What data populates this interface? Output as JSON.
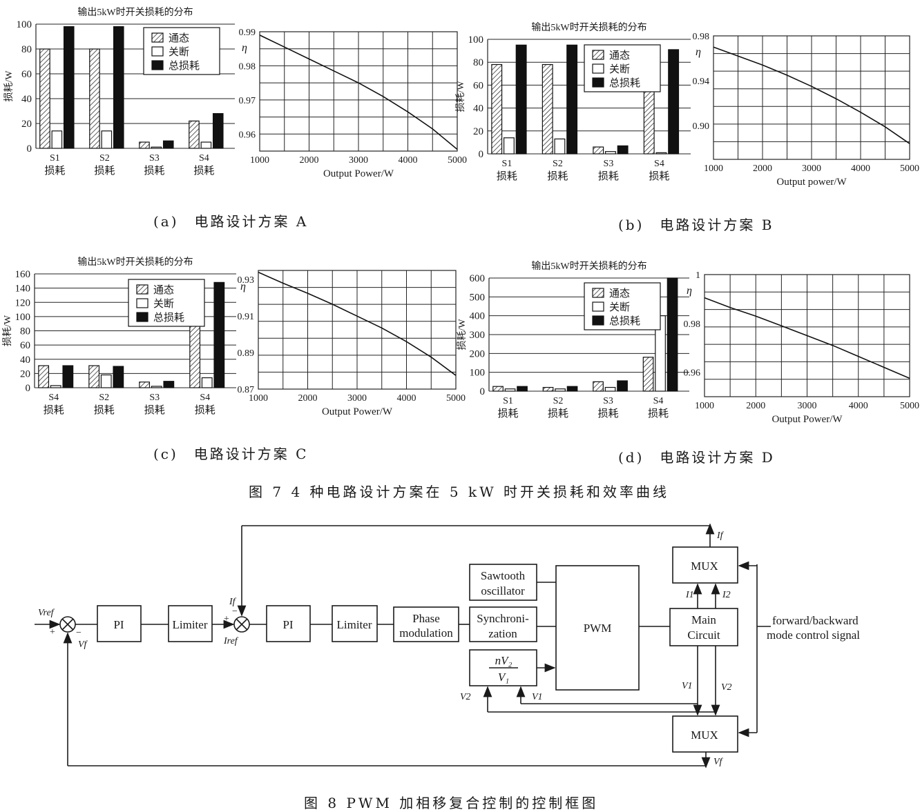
{
  "figure7": {
    "caption": "图 7 4 种电路设计方案在 5 kW 时开关损耗和效率曲线",
    "legend": {
      "conduction": "通态",
      "turnoff": "关断",
      "total": "总损耗"
    },
    "loss_ylabel": "损耗/W",
    "eff_ylabel": "η",
    "switch_sub": "损耗",
    "panels": [
      {
        "id": "a",
        "caption": "(a)　电路设计方案 A",
        "loss_title": "输出5kW时开关损耗的分布",
        "eff_xlabel": "Output Power/W"
      },
      {
        "id": "b",
        "caption": "(b)　电路设计方案 B",
        "loss_title": "输出5kW时开关损耗的分布",
        "eff_xlabel": "Output power/W"
      },
      {
        "id": "c",
        "caption": "(c)　电路设计方案 C",
        "loss_title": "输出5kW时开关损耗的分布",
        "eff_xlabel": "Output Power/W"
      },
      {
        "id": "d",
        "caption": "(d)　电路设计方案 D",
        "loss_title": "输出5kW时开关损耗的分布",
        "eff_xlabel": "Output Power/W"
      }
    ]
  },
  "figure8": {
    "caption": "图 8 PWM 加相移复合控制的控制框图",
    "blocks": {
      "pi1": "PI",
      "limiter1": "Limiter",
      "pi2": "PI",
      "limiter2": "Limiter",
      "phase1": "Phase",
      "phase2": "modulation",
      "saw1": "Sawtooth",
      "saw2": "oscillator",
      "sync1": "Synchroni-",
      "sync2": "zation",
      "ratio_num": "nV₂",
      "ratio_den": "V₁",
      "pwm": "PWM",
      "mux_top": "MUX",
      "mux_bottom": "MUX",
      "main1": "Main",
      "main2": "Circuit"
    },
    "labels": {
      "vref": "Vref",
      "plus1": "+",
      "minus1": "−",
      "vf_sum": "Vf",
      "if_sum": "If",
      "minus2": "−",
      "plus2": "+",
      "iref": "Iref",
      "if_out": "If",
      "i1": "I1",
      "i2": "I2",
      "v1": "V1",
      "v2": "V2",
      "v2_in": "V2",
      "v1_in": "V1",
      "vf_out": "Vf",
      "mode1": "forward/backward",
      "mode2": "mode control signal"
    }
  },
  "chart_data": [
    {
      "type": "bar",
      "panel": "a",
      "title": "输出5kW时开关损耗的分布",
      "ylabel": "损耗/W",
      "ylim": [
        0,
        100
      ],
      "yticks": [
        0,
        20,
        40,
        60,
        80,
        100
      ],
      "categories": [
        "S1",
        "S2",
        "S3",
        "S4"
      ],
      "series": [
        {
          "name": "通态",
          "values": [
            80,
            80,
            5,
            22
          ]
        },
        {
          "name": "关断",
          "values": [
            14,
            14,
            1,
            5
          ]
        },
        {
          "name": "总损耗",
          "values": [
            98,
            98,
            6,
            28
          ]
        }
      ]
    },
    {
      "type": "line",
      "panel": "a",
      "xlabel": "Output Power/W",
      "ylabel": "η",
      "xlim": [
        1000,
        5000
      ],
      "ylim": [
        0.955,
        0.99
      ],
      "xticks": [
        1000,
        2000,
        3000,
        4000,
        5000
      ],
      "yticks": [
        0.96,
        0.97,
        0.98,
        0.99
      ],
      "x": [
        1000,
        1500,
        2000,
        2500,
        3000,
        3500,
        4000,
        4500,
        5000
      ],
      "y": [
        0.989,
        0.9855,
        0.982,
        0.9785,
        0.975,
        0.971,
        0.9665,
        0.9615,
        0.9555
      ]
    },
    {
      "type": "bar",
      "panel": "b",
      "title": "输出5kW时开关损耗的分布",
      "ylabel": "损耗/W",
      "ylim": [
        0,
        100
      ],
      "yticks": [
        0,
        20,
        40,
        60,
        80,
        100
      ],
      "categories": [
        "S1",
        "S2",
        "S3",
        "S4"
      ],
      "series": [
        {
          "name": "通态",
          "values": [
            78,
            78,
            6,
            90
          ]
        },
        {
          "name": "关断",
          "values": [
            14,
            13,
            2,
            1
          ]
        },
        {
          "name": "总损耗",
          "values": [
            95,
            95,
            7,
            91
          ]
        }
      ]
    },
    {
      "type": "line",
      "panel": "b",
      "xlabel": "Output power/W",
      "ylabel": "η",
      "xlim": [
        1000,
        5000
      ],
      "ylim": [
        0.87,
        0.98
      ],
      "xticks": [
        1000,
        2000,
        3000,
        4000,
        5000
      ],
      "yticks": [
        0.9,
        0.94,
        0.98
      ],
      "x": [
        1000,
        1500,
        2000,
        2500,
        3000,
        3500,
        4000,
        4500,
        5000
      ],
      "y": [
        0.97,
        0.962,
        0.954,
        0.945,
        0.935,
        0.924,
        0.912,
        0.899,
        0.884
      ]
    },
    {
      "type": "bar",
      "panel": "c",
      "title": "输出5kW时开关损耗的分布",
      "ylabel": "损耗/W",
      "ylim": [
        0,
        160
      ],
      "yticks": [
        0,
        20,
        40,
        60,
        80,
        100,
        120,
        140,
        160
      ],
      "categories": [
        "S4",
        "S2",
        "S3",
        "S4"
      ],
      "series": [
        {
          "name": "通态",
          "values": [
            31,
            31,
            8,
            125
          ]
        },
        {
          "name": "关断",
          "values": [
            3,
            18,
            2,
            14
          ]
        },
        {
          "name": "总损耗",
          "values": [
            31,
            30,
            9,
            148
          ]
        }
      ]
    },
    {
      "type": "line",
      "panel": "c",
      "xlabel": "Output Power/W",
      "ylabel": "η",
      "xlim": [
        1000,
        5000
      ],
      "ylim": [
        0.87,
        0.935
      ],
      "xticks": [
        1000,
        2000,
        3000,
        4000,
        5000
      ],
      "yticks": [
        0.87,
        0.89,
        0.91,
        0.93
      ],
      "x": [
        1000,
        1500,
        2000,
        2500,
        3000,
        3500,
        4000,
        4500,
        5000
      ],
      "y": [
        0.934,
        0.928,
        0.9225,
        0.9165,
        0.91,
        0.9035,
        0.896,
        0.8875,
        0.8775
      ]
    },
    {
      "type": "bar",
      "panel": "d",
      "title": "输出5kW时开关损耗的分布",
      "ylabel": "损耗/W",
      "ylim": [
        0,
        600
      ],
      "yticks": [
        0,
        100,
        200,
        300,
        400,
        500,
        600
      ],
      "categories": [
        "S1",
        "S2",
        "S3",
        "S4"
      ],
      "series": [
        {
          "name": "通态",
          "values": [
            25,
            20,
            50,
            180
          ]
        },
        {
          "name": "关断",
          "values": [
            12,
            12,
            20,
            400
          ]
        },
        {
          "name": "总损耗",
          "values": [
            25,
            25,
            55,
            620
          ]
        }
      ]
    },
    {
      "type": "line",
      "panel": "d",
      "xlabel": "Output Power/W",
      "ylabel": "η",
      "xlim": [
        1000,
        5000
      ],
      "ylim": [
        0.95,
        1.0
      ],
      "xticks": [
        1000,
        2000,
        3000,
        4000,
        5000
      ],
      "yticks": [
        0.96,
        0.98,
        1.0
      ],
      "ytick_labels": [
        "0.96",
        "0.98",
        "1"
      ],
      "x": [
        1000,
        1500,
        2000,
        2500,
        3000,
        3500,
        4000,
        4500,
        5000
      ],
      "y": [
        0.9905,
        0.9865,
        0.983,
        0.979,
        0.975,
        0.971,
        0.9665,
        0.962,
        0.9575
      ]
    }
  ]
}
